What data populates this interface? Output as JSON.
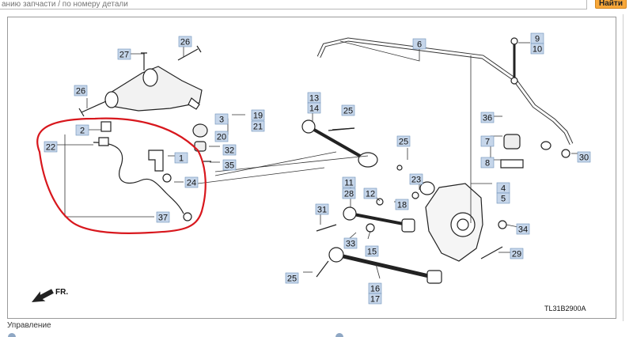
{
  "search": {
    "placeholder": "анию запчасти / по номеру детали",
    "button_label": "Найти"
  },
  "diagram": {
    "code": "TL31B2900A",
    "direction_label": "FR.",
    "highlight_color": "#d8171d",
    "callout_fill": "#c6d6ea",
    "callouts": [
      "26",
      "27",
      "26",
      "3",
      "19",
      "21",
      "20",
      "32",
      "35",
      "1",
      "2",
      "22",
      "24",
      "37",
      "6",
      "9",
      "10",
      "13",
      "14",
      "25",
      "25",
      "23",
      "11",
      "12",
      "18",
      "31",
      "28",
      "33",
      "15",
      "16",
      "17",
      "25",
      "36",
      "7",
      "8",
      "30",
      "4",
      "5",
      "34",
      "29"
    ]
  },
  "footer": {
    "caption": "Управление"
  }
}
